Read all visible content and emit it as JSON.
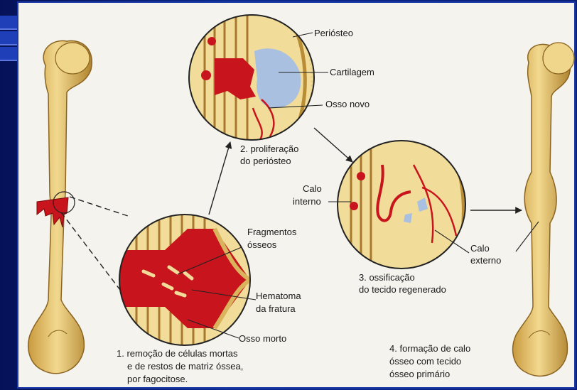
{
  "labels": {
    "periosteo": "Periósteo",
    "cartilagem": "Cartilagem",
    "osso_novo": "Osso novo",
    "step2_line1": "2. proliferação",
    "step2_line2": "do periósteo",
    "calo_interno_1": "Calo",
    "calo_interno_2": "interno",
    "fragmentos_1": "Fragmentos",
    "fragmentos_2": "ósseos",
    "hematoma_1": "Hematoma",
    "hematoma_2": "da fratura",
    "osso_morto": "Osso morto",
    "calo_externo_1": "Calo",
    "calo_externo_2": "externo",
    "step3_line1": "3. ossificação",
    "step3_line2": "do tecido regenerado",
    "step1_line1": "1. remoção de células mortas",
    "step1_line2": "e de restos de matriz óssea,",
    "step1_line3": "por fagocitose.",
    "step4_line1": "4. formação de calo",
    "step4_line2": "ósseo com tecido",
    "step4_line3": "ósseo primário"
  },
  "colors": {
    "bone": "#e8c56d",
    "bone_shadow": "#b98d35",
    "blood": "#c8141c",
    "cartilage": "#a9c0e0",
    "slide_blue": "#0b2a8c"
  }
}
